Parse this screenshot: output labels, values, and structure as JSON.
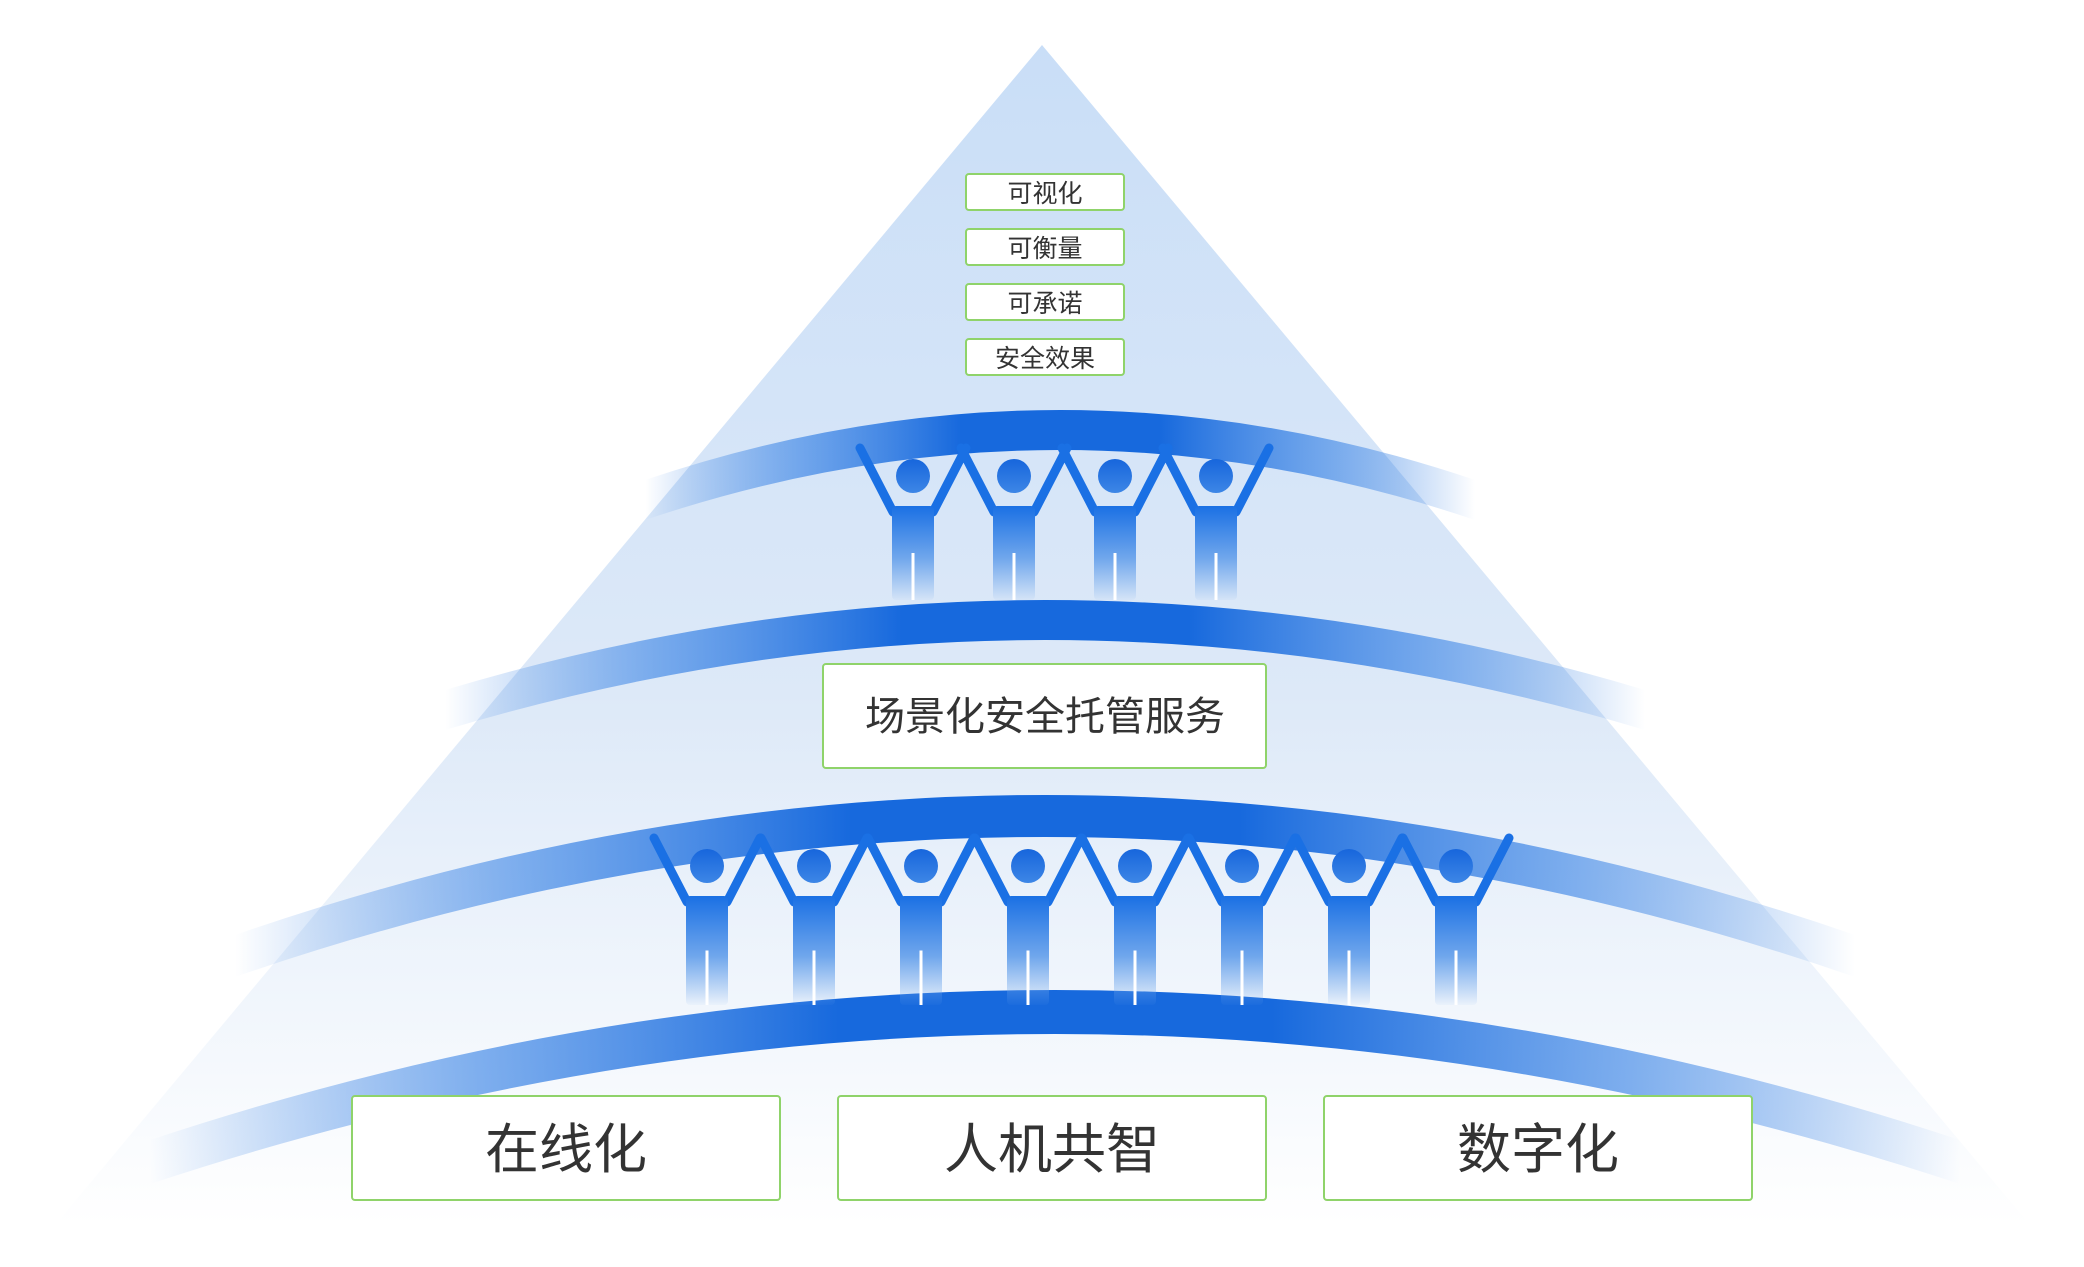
{
  "colors": {
    "arc_blue": "#1a6fe0",
    "pyramid_light": "#cfe2f8",
    "box_border": "#8fd36a",
    "figure_blue": "#1a70e4",
    "text": "#333333"
  },
  "pyramid": {
    "top_labels": [
      "可视化",
      "可衡量",
      "可承诺",
      "安全效果"
    ],
    "middle_label": "场景化安全托管服务",
    "base_labels": [
      "在线化",
      "人机共智",
      "数字化"
    ],
    "upper_figures_count": 4,
    "lower_figures_count": 8
  }
}
